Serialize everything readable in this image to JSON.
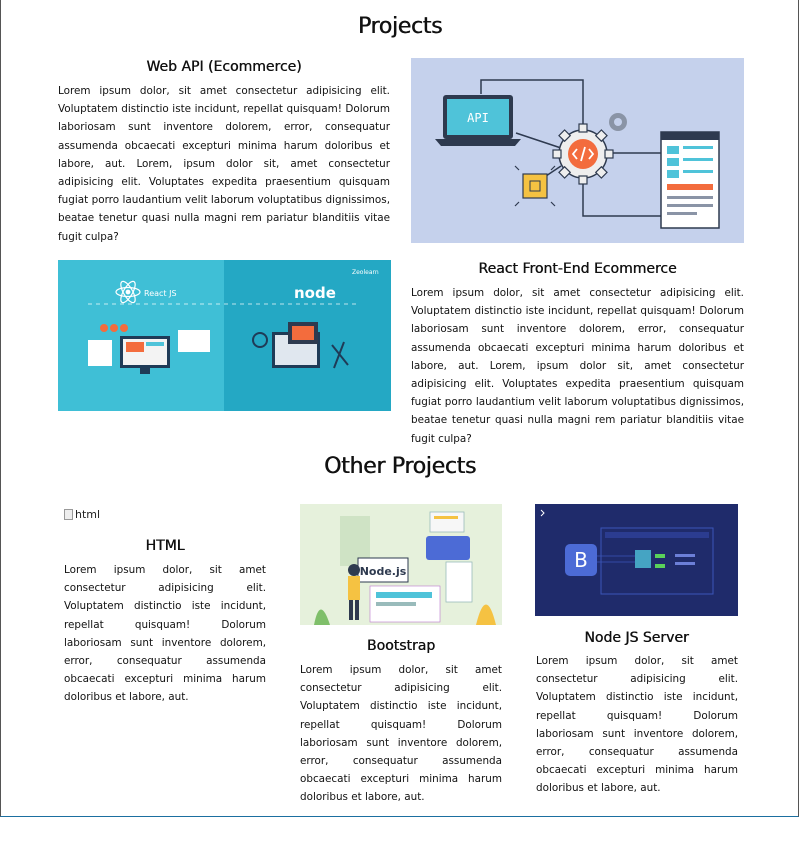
{
  "section_title": "Projects",
  "projects": [
    {
      "title": "Web API (Ecommerce)",
      "text": "Lorem ipsum dolor, sit amet consectetur adipisicing elit. Voluptatem distinctio iste incidunt, repellat quisquam! Dolorum laboriosam sunt inventore dolorem, error, consequatur assumenda obcaecati excepturi minima harum doloribus et labore, aut. Lorem, ipsum dolor sit, amet consectetur adipisicing elit. Voluptates expedita praesentium quisquam fugiat porro laudantium velit laborum voluptatibus dignissimos, beatae tenetur quasi nulla magni rem pariatur blanditiis vitae fugit culpa?",
      "image_labels": {
        "screen": "API"
      }
    },
    {
      "title": "React Front-End Ecommerce",
      "text": "Lorem ipsum dolor, sit amet consectetur adipisicing elit. Voluptatem distinctio iste incidunt, repellat quisquam! Dolorum laboriosam sunt inventore dolorem, error, consequatur assumenda obcaecati excepturi minima harum doloribus et labore, aut. Lorem, ipsum dolor sit, amet consectetur adipisicing elit. Voluptates expedita praesentium quisquam fugiat porro laudantium velit laborum voluptatibus dignissimos, beatae tenetur quasi nulla magni rem pariatur blanditiis vitae fugit culpa?",
      "image_labels": {
        "left": "React JS",
        "right": "node",
        "brand": "Zeolearn"
      }
    }
  ],
  "other_title": "Other Projects",
  "other_projects": [
    {
      "title": "HTML",
      "image_alt": "html",
      "text": "Lorem ipsum dolor, sit amet consectetur adipisicing elit. Voluptatem distinctio iste incidunt, repellat quisquam! Dolorum laboriosam sunt inventore dolorem, error, consequatur assumenda obcaecati excepturi minima harum doloribus et labore, aut."
    },
    {
      "title": "Bootstrap",
      "image_labels": {
        "badge": "Node.js"
      },
      "text": "Lorem ipsum dolor, sit amet consectetur adipisicing elit. Voluptatem distinctio iste incidunt, repellat quisquam! Dolorum laboriosam sunt inventore dolorem, error, consequatur assumenda obcaecati excepturi minima harum doloribus et labore, aut."
    },
    {
      "title": "Node JS Server",
      "image_labels": {
        "logo": "B"
      },
      "text": "Lorem ipsum dolor, sit amet consectetur adipisicing elit. Voluptatem distinctio iste incidunt, repellat quisquam! Dolorum laboriosam sunt inventore dolorem, error, consequatur assumenda obcaecati excepturi minima harum doloribus et labore, aut."
    }
  ],
  "colors": {
    "api_bg": "#c5d1ec",
    "react_bg": "#3fbfd6",
    "bootstrap_bg": "#e6f1dc",
    "node_bg": "#1f2b6b"
  }
}
